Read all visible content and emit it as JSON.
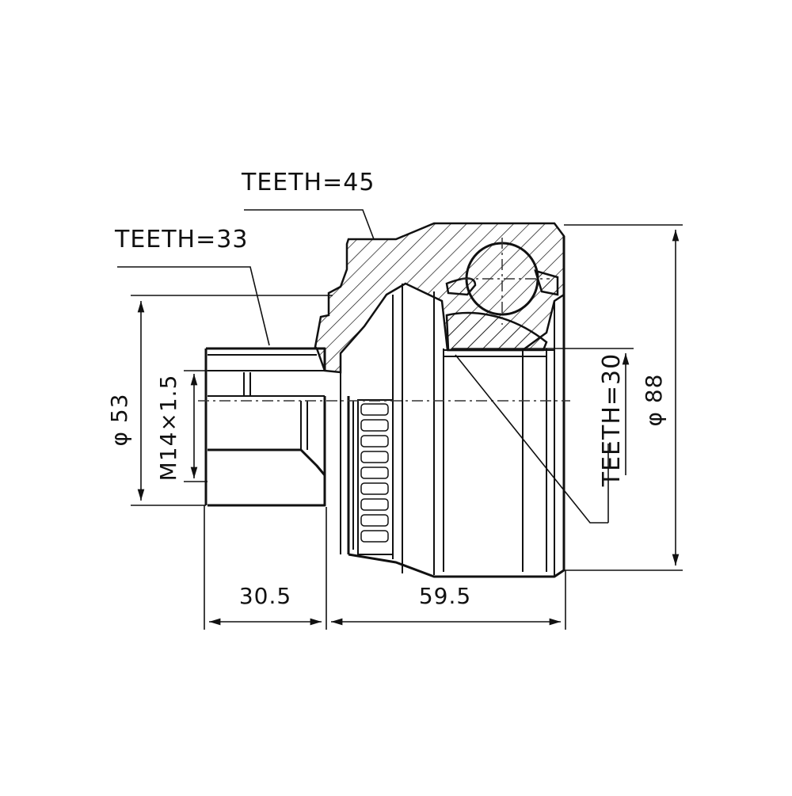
{
  "labels": {
    "teeth_45": "TEETH=45",
    "teeth_33": "TEETH=33",
    "teeth_30": "TEETH=30",
    "dia_53": "φ 53",
    "thread": "M14×1.5",
    "dia_88": "φ 88",
    "len_30_5": "30.5",
    "len_59_5": "59.5"
  }
}
